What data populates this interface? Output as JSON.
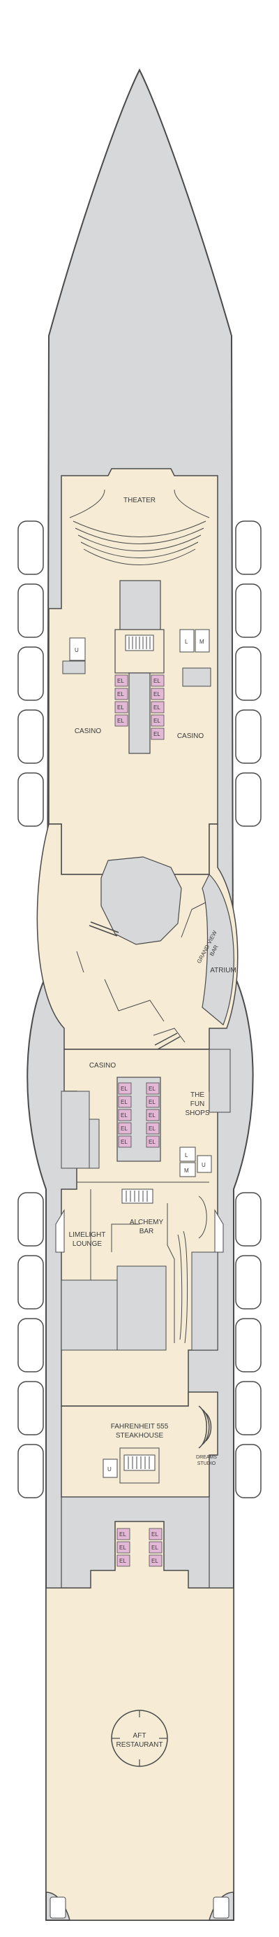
{
  "colors": {
    "grey": "#d7d8da",
    "cream": "#f6ecd6",
    "elevator": "#e3b7d6",
    "outline": "#4a4a4a"
  },
  "labels": {
    "theater": "THEATER",
    "casino": "CASINO",
    "grand_view": "GRAND VIEW",
    "bar": "BAR",
    "atrium": "ATRIUM",
    "the": "THE",
    "fun": "FUN",
    "shops": "SHOPS",
    "limelight": "LIMELIGHT",
    "lounge": "LOUNGE",
    "alchemy": "ALCHEMY",
    "fahrenheit": "FAHRENHEIT 555",
    "steakhouse": "STEAKHOUSE",
    "dreams": "DREAMS",
    "studio": "STUDIO",
    "aft": "AFT",
    "restaurant": "RESTAURANT",
    "el": "EL",
    "u": "U",
    "l": "L",
    "m": "M"
  }
}
